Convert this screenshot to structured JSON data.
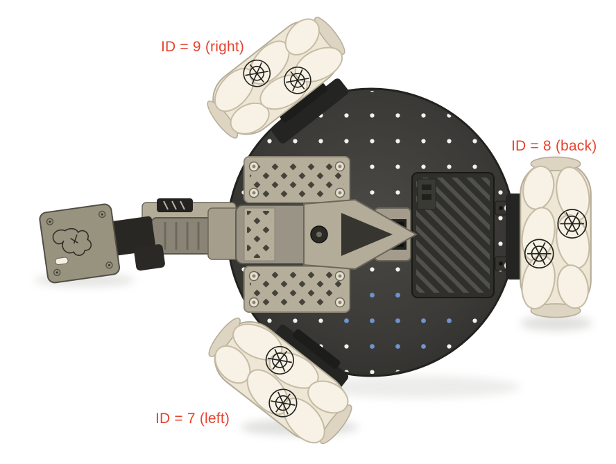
{
  "illustration": {
    "labels": {
      "right_wheel": "ID = 9 (right)",
      "back_wheel": "ID = 8 (back)",
      "left_wheel": "ID = 7 (left)"
    },
    "colors": {
      "bg": "#ffffff",
      "label-color": "#e8422e",
      "plate": "#3b3a37",
      "wheel": "#efe8d7",
      "arm": "#a8a190",
      "blue-dot": "#6f93cc"
    }
  }
}
